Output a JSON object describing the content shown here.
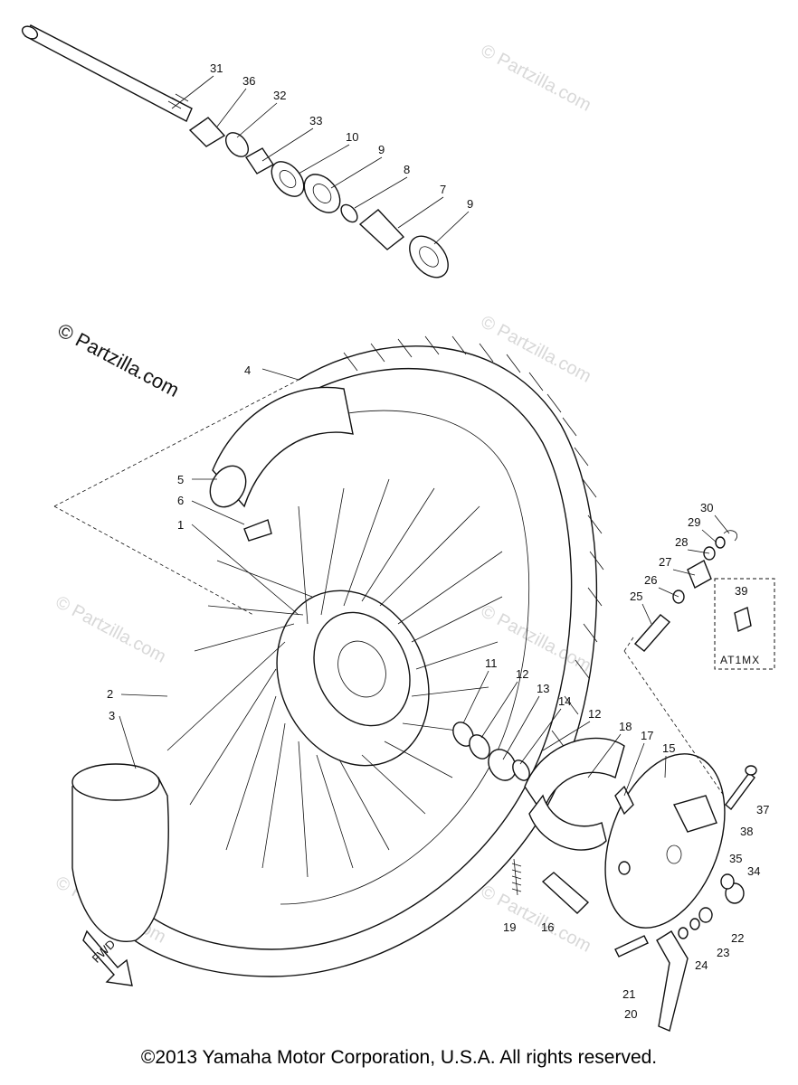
{
  "diagram": {
    "part_numbers": [
      "31",
      "36",
      "32",
      "33",
      "10",
      "9",
      "8",
      "7",
      "9",
      "4",
      "5",
      "6",
      "1",
      "2",
      "3",
      "11",
      "12",
      "13",
      "14",
      "12",
      "18",
      "17",
      "15",
      "30",
      "29",
      "28",
      "27",
      "26",
      "25",
      "39",
      "37",
      "38",
      "35",
      "34",
      "22",
      "23",
      "24",
      "21",
      "20",
      "19",
      "16"
    ],
    "variant_label": "AT1MX",
    "fwd_label": "FWD",
    "watermark_main": "© Partzilla.com",
    "watermark_faint": "© Partzilla.com"
  },
  "footer": {
    "copyright": "©2013  Yamaha Motor Corporation, U.S.A. All rights reserved."
  }
}
